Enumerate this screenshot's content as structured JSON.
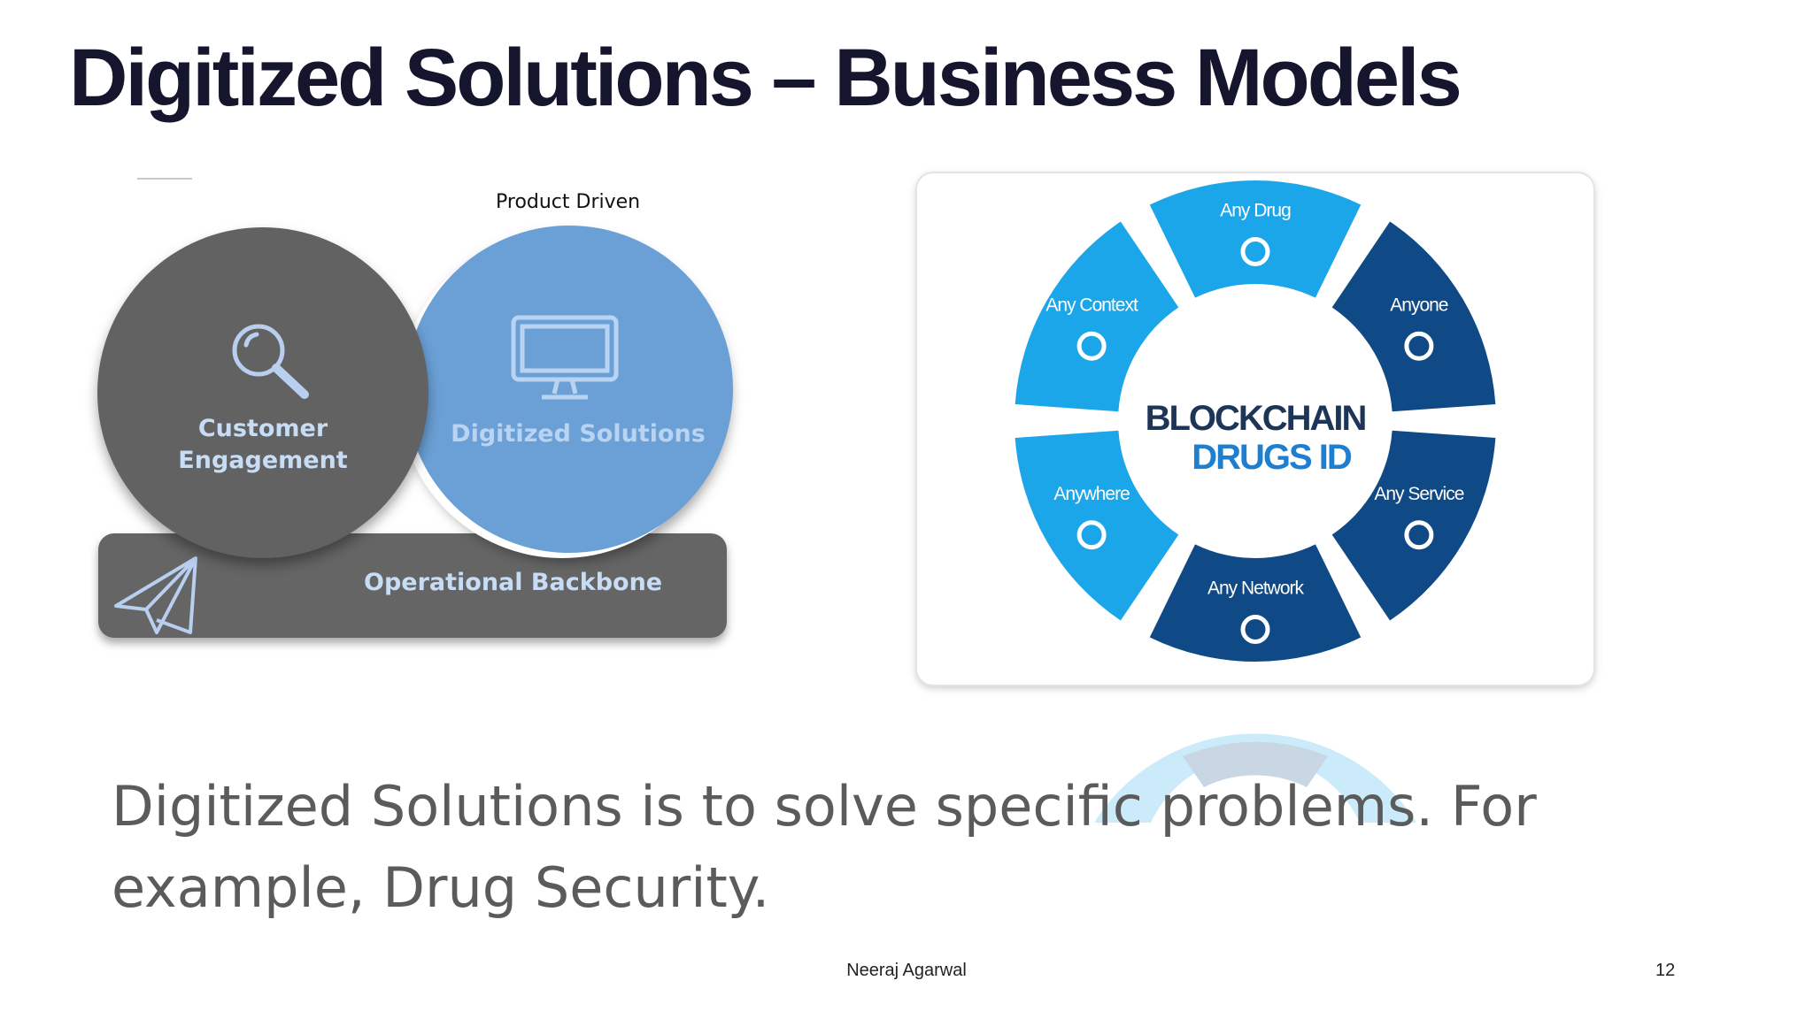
{
  "slide": {
    "title": "Digitized Solutions – Business Models",
    "body_text": "Digitized Solutions is to solve specific problems. For example, Drug Security.",
    "footer_author": "Neeraj Agarwal",
    "page_number": "12"
  },
  "diagram": {
    "top_label": "Product Driven",
    "customer_label_line1": "Customer",
    "customer_label_line2": "Engagement",
    "digitized_label": "Digitized  Solutions",
    "backbone_label": "Operational Backbone",
    "icons": [
      "search-icon",
      "monitor-icon",
      "paper-plane-icon"
    ],
    "colors": {
      "gray_circle": "#626262",
      "blue_circle": "#6aa0d6",
      "backbone": "#656565",
      "label": "#c7dcf5"
    }
  },
  "blockchain_image": {
    "center_line1": "BLOCKCHAIN",
    "center_line2": "DRUGS ID",
    "segments": [
      "Any Drug",
      "Anyone",
      "Any Service",
      "Any Network",
      "Anywhere",
      "Any Context"
    ],
    "segment_icons": [
      "pill-icon",
      "people-icon",
      "service-desk-icon",
      "network-store-icon",
      "location-pin-icon",
      "spinner-icon"
    ],
    "colors": {
      "light": "#1ca6ea",
      "dark": "#0f4a86",
      "center_dark": "#1d3557",
      "center_accent": "#1e7fd0"
    }
  }
}
